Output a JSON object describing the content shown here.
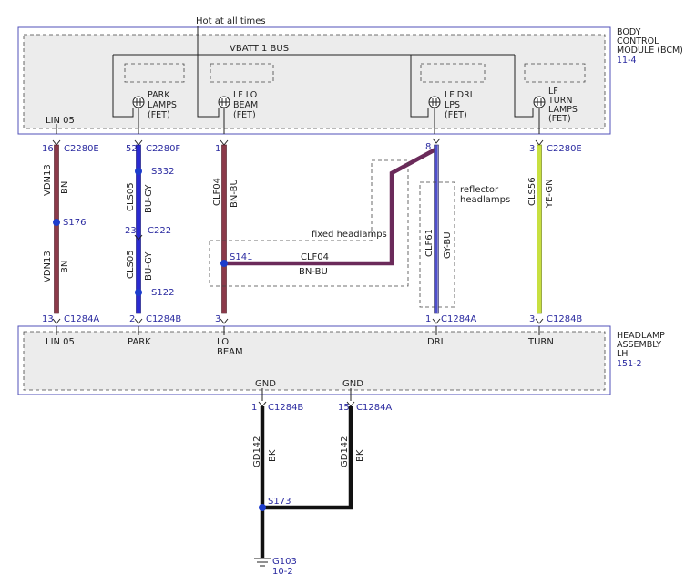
{
  "top_label": "Hot at all times",
  "bus_label": "VBATT 1 BUS",
  "bcm": {
    "title": [
      "BODY",
      "CONTROL",
      "MODULE (BCM)"
    ],
    "ref": "11-4"
  },
  "headlamp": {
    "title": [
      "HEADLAMP",
      "ASSEMBLY",
      "LH"
    ],
    "ref": "151-2"
  },
  "fets": [
    {
      "lines": [
        "PARK",
        "LAMPS",
        "(FET)"
      ]
    },
    {
      "lines": [
        "LF LO",
        "BEAM",
        "(FET)"
      ]
    },
    {
      "lines": [
        "LF DRL",
        "LPS",
        "(FET)"
      ]
    },
    {
      "lines": [
        "LF",
        "TURN",
        "LAMPS",
        "(FET)"
      ]
    }
  ],
  "lin_label_top": "LIN 05",
  "bcm_pins": [
    {
      "pin": "16",
      "connector": "C2280E"
    },
    {
      "pin": "52",
      "connector": "C2280F"
    },
    {
      "pin": "1",
      "connector": ""
    },
    {
      "pin": "8",
      "connector": ""
    },
    {
      "pin": "3",
      "connector": "C2280E"
    }
  ],
  "headlamp_pins": [
    {
      "pin": "13",
      "connector": "C1284A"
    },
    {
      "pin": "2",
      "connector": "C1284B"
    },
    {
      "pin": "3",
      "connector": ""
    },
    {
      "pin": "1",
      "connector": "C1284A"
    },
    {
      "pin": "3",
      "connector": "C1284B"
    }
  ],
  "headlamp_labels": [
    "LIN 05",
    "PARK",
    "LO",
    "BEAM",
    "DRL",
    "TURN"
  ],
  "wires": {
    "lin": {
      "circuit": "VDN13",
      "color": "BN"
    },
    "park": {
      "circuit": "CLS05",
      "color": "BU-GY"
    },
    "lo": {
      "circuit": "CLF04",
      "color": "BN-BU"
    },
    "drl": {
      "circuit": "CLF61",
      "color": "GY-BU"
    },
    "turn": {
      "circuit": "CLS56",
      "color": "YE-GN"
    },
    "gnd": {
      "circuit": "GD142",
      "color": "BK"
    }
  },
  "splices": {
    "s176": "S176",
    "s332": "S332",
    "s122": "S122",
    "s141": "S141",
    "s173": "S173"
  },
  "inline_connector": {
    "pin": "23",
    "name": "C222"
  },
  "options": {
    "fixed": "fixed headlamps",
    "reflector": [
      "reflector",
      "headlamps"
    ]
  },
  "gnd_labels": [
    "GND",
    "GND"
  ],
  "gnd_pins": [
    {
      "pin": "1",
      "connector": "C1284B"
    },
    {
      "pin": "15",
      "connector": "C1284A"
    }
  ],
  "ground": {
    "name": "G103",
    "ref": "10-2"
  },
  "colors": {
    "outline": "#5050b8",
    "brown": "#8b3a4a",
    "blue": "#2a2ad0",
    "purple": "#6b2a5a",
    "drl_wire": "#8888c8",
    "yellow_green": "#c8e040",
    "black": "#111111",
    "splice": "#1c3ccc"
  }
}
